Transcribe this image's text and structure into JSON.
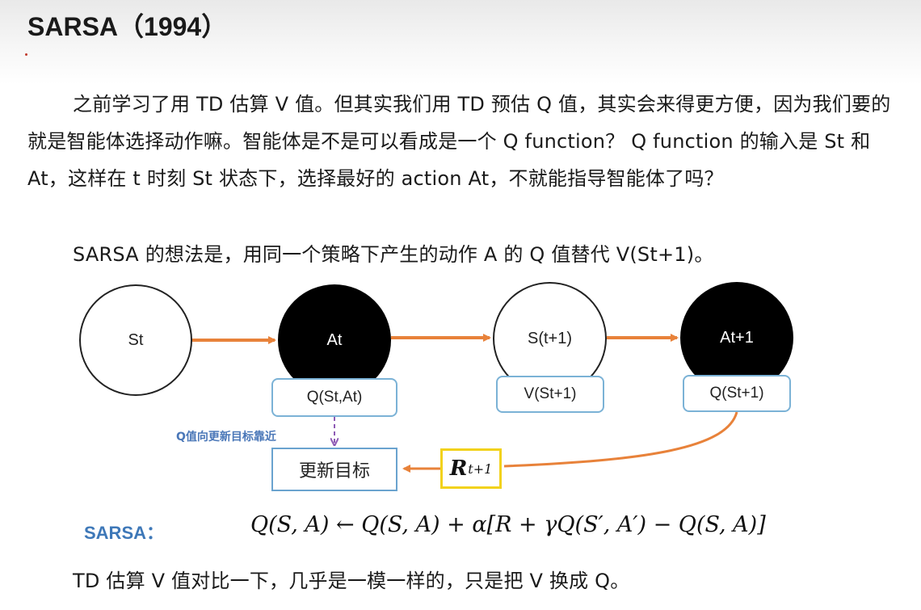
{
  "title": "SARSA（1994）",
  "paragraphs": {
    "p1": "之前学习了用 TD 估算 V 值。但其实我们用 TD 预估 Q 值，其实会来得更方便，因为我们要的就是智能体选择动作嘛。智能体是不是可以看成是一个 Q function？ Q function 的输入是 St 和 At，这样在 t 时刻 St 状态下，选择最好的 action At，不就能指导智能体了吗？",
    "p2": "SARSA 的想法是，用同一个策略下产生的动作 A 的 Q 值替代 V(St+1)。",
    "p3": "TD 估算 V 值对比一下，几乎是一模一样的，只是把 V 换成 Q。"
  },
  "diagram": {
    "nodes": {
      "st": "St",
      "at": "At",
      "st1": "S(t+1)",
      "at1": "At+1"
    },
    "boxes": {
      "q_st_at": "Q(St,At)",
      "v_st1": "V(St+1)",
      "q_st1": "Q(St+1)"
    },
    "target_label": "更新目标",
    "reward_symbol": "R",
    "reward_subscript": "t+1",
    "dashed_note": "Q值向更新目标靠近",
    "colors": {
      "arrow": "#e8823a",
      "dashed": "#8e5bb5",
      "box_border": "#7bb2d6",
      "reward_border": "#f2d21b"
    }
  },
  "formula": {
    "label": "SARSA：",
    "text": "Q(S, A) ← Q(S, A) + α[R + γQ(S′, A′) − Q(S, A)]"
  }
}
